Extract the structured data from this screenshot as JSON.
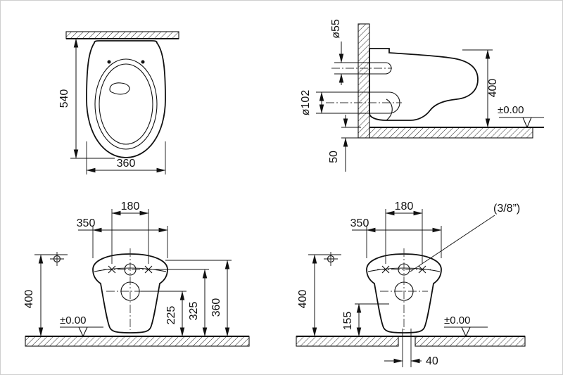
{
  "views": {
    "top": {
      "dim_depth": "540",
      "dim_width": "360"
    },
    "side": {
      "dim_inlet_dia": "ø55",
      "dim_outlet_dia": "ø102",
      "dim_height": "400",
      "dim_slab": "50",
      "datum": "±0.00"
    },
    "front_left": {
      "dim_fixing": "180",
      "dim_width": "350",
      "dim_height": "400",
      "dim_outlet": "225",
      "dim_inlet": "325",
      "dim_rim": "360",
      "datum": "±0.00"
    },
    "front_right": {
      "dim_fixing": "180",
      "dim_width": "350",
      "dim_valve": "(3/8”)",
      "dim_height": "400",
      "dim_water": "155",
      "dim_offset": "40",
      "datum": "±0.00"
    }
  }
}
